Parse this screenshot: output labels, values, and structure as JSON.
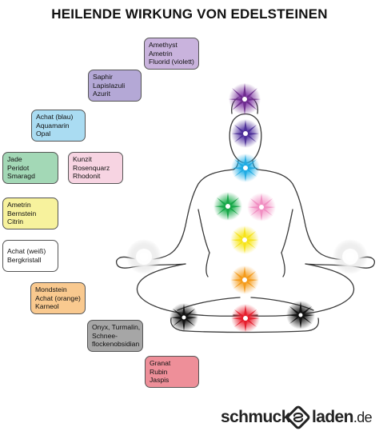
{
  "title": "HEILENDE WIRKUNG VON EDELSTEINEN",
  "boxes": [
    {
      "lines": [
        "Amethyst",
        "Ametrin",
        "Fluorid (violett)"
      ],
      "color": "#c9b3dd",
      "chakra": "crown"
    },
    {
      "lines": [
        "Saphir",
        "Lapislazuli",
        "Azurit"
      ],
      "color": "#b4a8d6",
      "chakra": "third-eye"
    },
    {
      "lines": [
        "Achat (blau)",
        "Aquamarin",
        "Opal"
      ],
      "color": "#aadcf2",
      "chakra": "throat"
    },
    {
      "lines": [
        "Jade",
        "Peridot",
        "Smaragd"
      ],
      "color": "#a3d8b6",
      "chakra": "heart"
    },
    {
      "lines": [
        "Kunzit",
        "Rosenquarz",
        "Rhodonit"
      ],
      "color": "#f7d4e2",
      "chakra": "heart-pink"
    },
    {
      "lines": [
        "Ametrin",
        "Bernstein",
        "Citrin"
      ],
      "color": "#f7f29d",
      "chakra": "solar-plexus"
    },
    {
      "lines": [
        "Achat (weiß)",
        "Bergkristall"
      ],
      "color": "#ffffff",
      "chakra": "hands"
    },
    {
      "lines": [
        "Mondstein",
        "Achat (orange)",
        "Karneol"
      ],
      "color": "#f9c98f",
      "chakra": "sacral"
    },
    {
      "lines": [
        "Onyx, Turmalin,",
        "Schnee-",
        "flockenobsidian"
      ],
      "color": "#a6a6a6",
      "chakra": "feet"
    },
    {
      "lines": [
        "Granat",
        "Rubin",
        "Jaspis"
      ],
      "color": "#ee8f99",
      "chakra": "root"
    }
  ],
  "chakra_colors": {
    "crown": "#6a2a8a",
    "third_eye": "#4a2d96",
    "throat": "#1fa8e0",
    "heart": "#16a347",
    "heart_pink": "#f08cc0",
    "solar_plexus": "#f5e21a",
    "sacral": "#f39a1a",
    "root": "#e31e2c",
    "feet": "#111111",
    "hands": "#e0e0e0"
  },
  "logo": {
    "left": "schmuck",
    "right": "laden",
    "suffix": ".de"
  }
}
